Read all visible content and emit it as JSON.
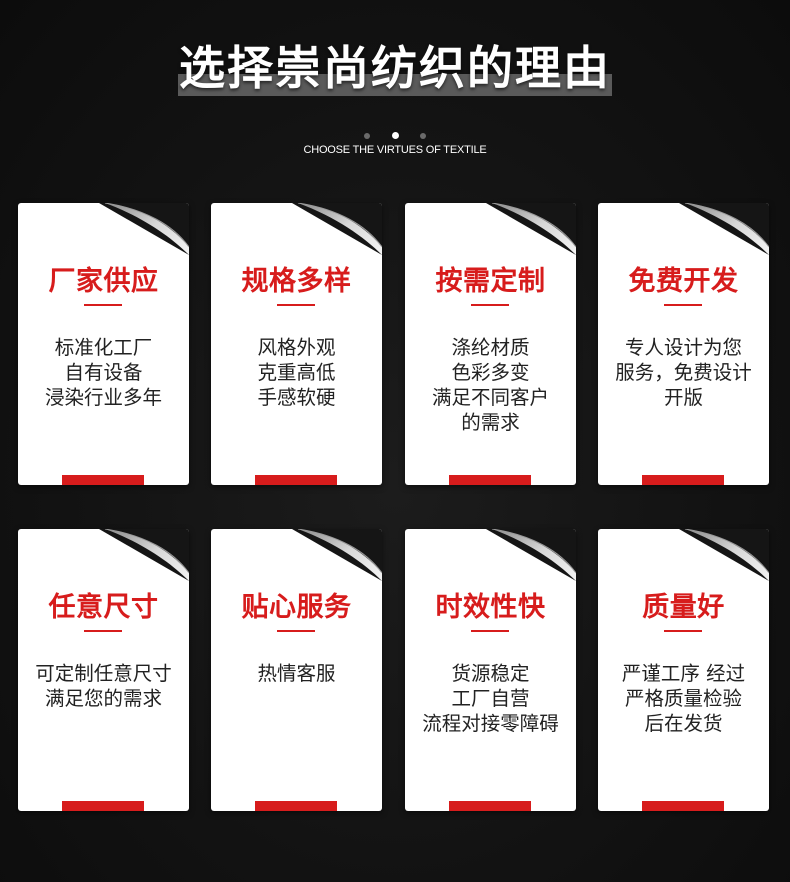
{
  "header": {
    "title": "选择崇尚纺织的理由",
    "subtitle": "CHOOSE THE VIRTUES OF TEXTILE"
  },
  "colors": {
    "accent": "#d71c1c",
    "background": "#111111",
    "card": "#ffffff"
  },
  "cards": [
    {
      "title": "厂家供应",
      "lines": [
        "标准化工厂",
        "自有设备",
        "浸染行业多年"
      ]
    },
    {
      "title": "规格多样",
      "lines": [
        "风格外观",
        "克重高低",
        "手感软硬"
      ]
    },
    {
      "title": "按需定制",
      "lines": [
        "涤纶材质",
        "色彩多变",
        "满足不同客户",
        "的需求"
      ]
    },
    {
      "title": "免费开发",
      "lines": [
        "专人设计为您",
        "服务，免费设计",
        "开版"
      ]
    },
    {
      "title": "任意尺寸",
      "lines": [
        "可定制任意尺寸",
        "满足您的需求"
      ]
    },
    {
      "title": "贴心服务",
      "lines": [
        "热情客服"
      ]
    },
    {
      "title": "时效性快",
      "lines": [
        "货源稳定",
        "工厂自营",
        "流程对接零障碍"
      ]
    },
    {
      "title": "质量好",
      "lines": [
        "严谨工序 经过",
        "严格质量检验",
        "后在发货"
      ]
    }
  ]
}
